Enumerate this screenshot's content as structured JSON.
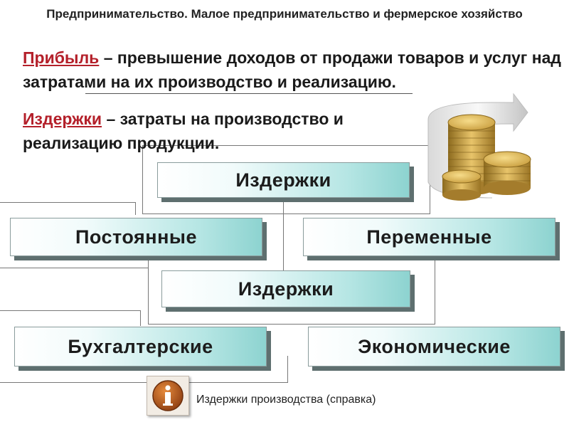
{
  "header": {
    "title": "Предпринимательство. Малое предпринимательство и фермерское хозяйство"
  },
  "definitions": {
    "profit_term": "Прибыль",
    "profit_text": " – превышение доходов от продажи товаров и услуг над затратами на их производство и реализацию.",
    "costs_term": "Издержки",
    "costs_text": " – затраты на производство и реализацию продукции."
  },
  "diagram": {
    "top_box": "Издержки",
    "constant": "Постоянные",
    "variable": "Переменные",
    "middle_box": "Издержки",
    "accounting": "Бухгалтерские",
    "economic": "Экономические"
  },
  "info": {
    "link_text": "Издержки производства (справка)",
    "icon": "info-icon"
  },
  "illustration": {
    "icon": "gold-coins-stack"
  },
  "colors": {
    "term_red": "#b4202a",
    "box_teal": "#8dd3d0",
    "box_shadow": "#5e6f6f"
  }
}
